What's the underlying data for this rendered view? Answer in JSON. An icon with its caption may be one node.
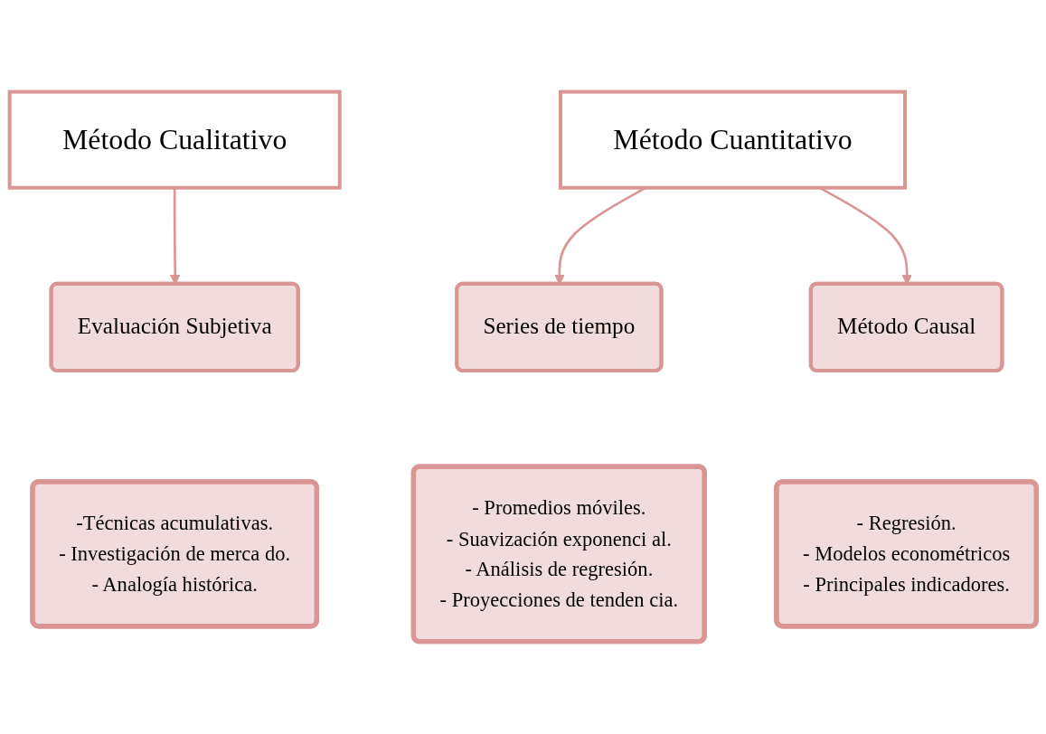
{
  "diagram": {
    "nodes": [
      {
        "text": [
          "Método Cualitativo"
        ]
      },
      {
        "text": [
          "Método Cuantitativo"
        ]
      },
      {
        "text": [
          "Evaluación Subjetiva"
        ]
      },
      {
        "text": [
          "Series de tiempo"
        ]
      },
      {
        "text": [
          "Método Causal"
        ]
      },
      {
        "text": [
          "-Técnicas acumulativas.",
          "- Investigación de merca do.",
          "- Analogía histórica."
        ]
      },
      {
        "text": [
          "- Promedios móviles.",
          "- Suavización exponenci al.",
          "- Análisis de regresión.",
          "- Proyecciones de tenden cia."
        ]
      },
      {
        "text": [
          "- Regresión.",
          "- Modelos econométricos",
          "- Principales indicadores."
        ]
      }
    ],
    "edges": [
      {
        "from": 0,
        "to": 2,
        "arrow": "to"
      },
      {
        "from": 1,
        "to": 3,
        "arrow": "to"
      },
      {
        "from": 1,
        "to": 4,
        "arrow": "to"
      }
    ]
  }
}
